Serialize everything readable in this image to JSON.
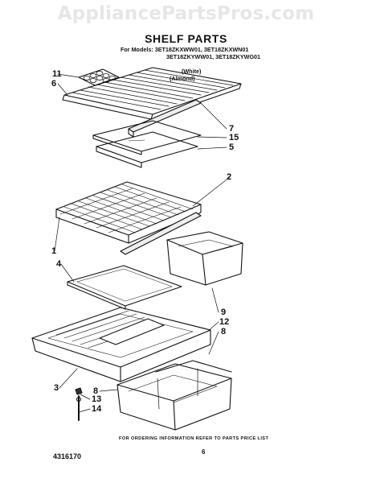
{
  "watermark": "AppliancePartsPros.com",
  "title": "SHELF PARTS",
  "models": {
    "line1": "For Models: 3ET18ZKXWW01, 3ET18ZKXWN01",
    "line2": "3ET18ZKYWW01, 3ET18ZKYWG01",
    "line3_left": "(White)",
    "line3_right": "(Almond)"
  },
  "callouts": {
    "c11": "11",
    "c6": "6",
    "c7": "7",
    "c15": "15",
    "c5": "5",
    "c2": "2",
    "c1": "1",
    "c4": "4",
    "c9": "9",
    "c12": "12",
    "c8a": "8",
    "c3": "3",
    "c8b": "8",
    "c13": "13",
    "c14": "14"
  },
  "footer": {
    "note": "FOR ORDERING INFORMATION REFER TO PARTS PRICE LIST",
    "part_number": "4316170",
    "page": "6"
  }
}
